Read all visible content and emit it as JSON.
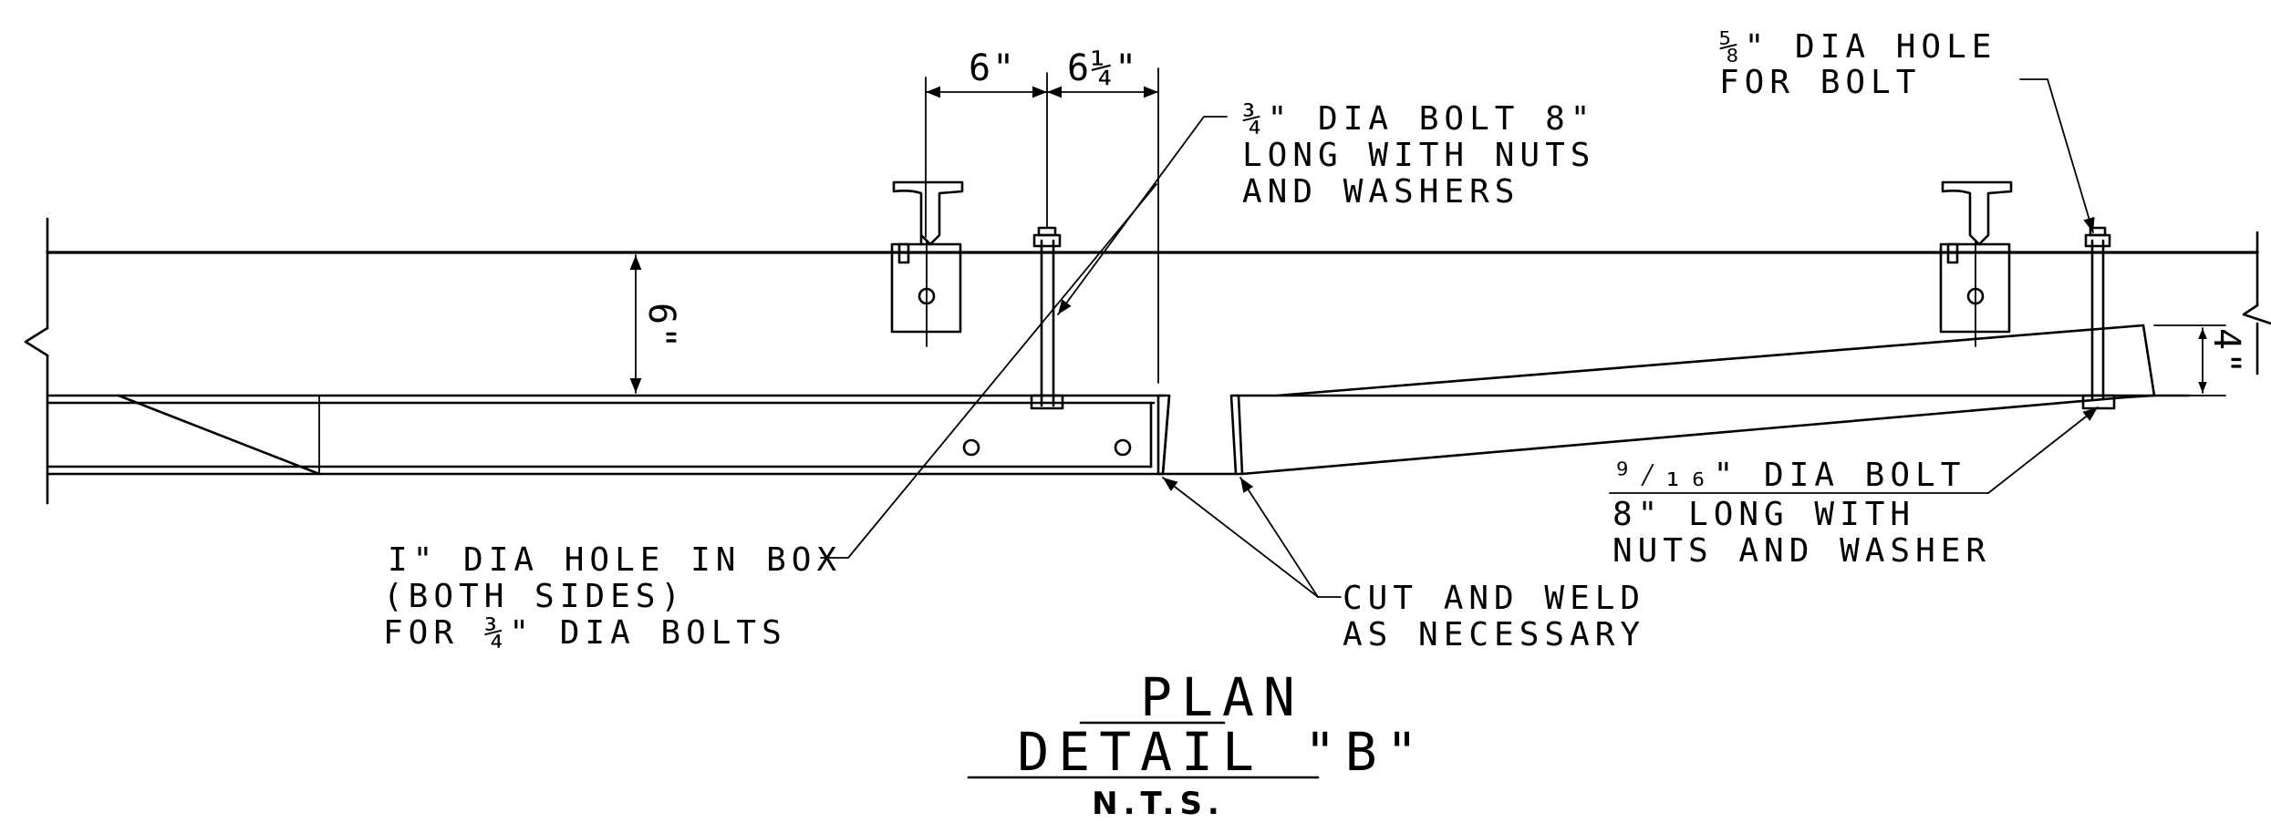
{
  "dimensions": {
    "d6_top": "6\"",
    "d6_1_4": "6¼\"",
    "d6_vertical": "6\"",
    "d4_vertical": "4\""
  },
  "notes": {
    "bolt_3_4": [
      "¾\" DIA BOLT 8\"",
      "LONG WITH NUTS",
      "AND WASHERS"
    ],
    "hole_5_8": [
      "⅝\" DIA HOLE",
      "FOR BOLT"
    ],
    "hole_1in": [
      "I\" DIA HOLE IN BOX",
      "(BOTH SIDES)",
      "FOR ¾\" DIA BOLTS"
    ],
    "cut_weld": [
      "CUT AND WELD",
      "AS NECESSARY"
    ],
    "bolt_9_16": [
      "⁹⁄₁₆\" DIA BOLT",
      "8\" LONG WITH",
      "NUTS AND WASHER"
    ]
  },
  "title": {
    "line1": "PLAN",
    "line2": "DETAIL \"B\"",
    "line3": "N.T.S."
  }
}
